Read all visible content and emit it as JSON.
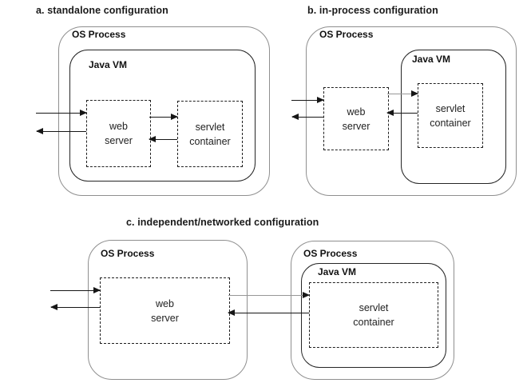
{
  "figure": {
    "panels": {
      "a": {
        "title": "a. standalone configuration",
        "os_process": "OS Process",
        "java_vm": "Java VM",
        "web_server": "web\nserver",
        "servlet_container": "servlet\ncontainer"
      },
      "b": {
        "title": "b. in-process configuration",
        "os_process": "OS Process",
        "java_vm": "Java VM",
        "web_server": "web\nserver",
        "servlet_container": "servlet\ncontainer"
      },
      "c": {
        "title": "c. independent/networked configuration",
        "os_process_left": "OS Process",
        "os_process_right": "OS Process",
        "java_vm": "Java VM",
        "web_server": "web\nserver",
        "servlet_container": "servlet\ncontainer"
      }
    },
    "colors": {
      "background": "#ffffff",
      "os_process_border": "#8f8f8f",
      "java_vm_border": "#262626",
      "component_border": "#1f1f1f",
      "arrow": "#161616",
      "request_link_gray": "#979797"
    }
  }
}
